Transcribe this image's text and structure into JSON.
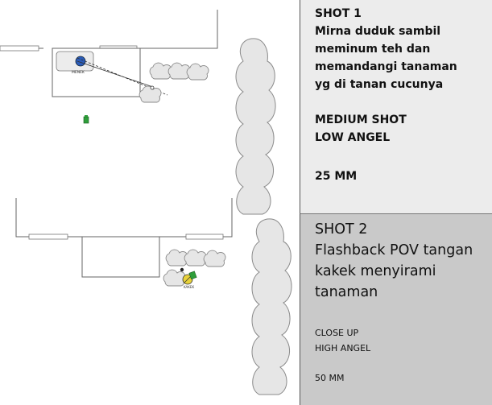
{
  "diagram": {
    "top": {
      "character_label": "MENEK"
    },
    "bottom": {
      "character_label": "KAKEK"
    }
  },
  "shots": [
    {
      "title": "SHOT 1",
      "description": [
        "Mirna duduk sambil",
        "meminum teh dan",
        "memandangi tanaman",
        "yg di tanan cucunya"
      ],
      "shot_type": "MEDIUM SHOT",
      "angle": "LOW ANGEL",
      "lens": "25 MM"
    },
    {
      "title": "SHOT 2",
      "description": [
        "Flashback POV tangan",
        "kakek menyirami",
        "tanaman"
      ],
      "shot_type": "CLOSE UP",
      "angle": "HIGH ANGEL",
      "lens": "50 MM"
    }
  ],
  "colors": {
    "panel1_bg": "#ececec",
    "panel2_bg": "#c9c9c9",
    "bush_fill": "#e6e6e6",
    "camera_green": "#2e9e3a",
    "figure_blue": "#2a5bb8",
    "figure_yellow": "#e8d23a"
  }
}
